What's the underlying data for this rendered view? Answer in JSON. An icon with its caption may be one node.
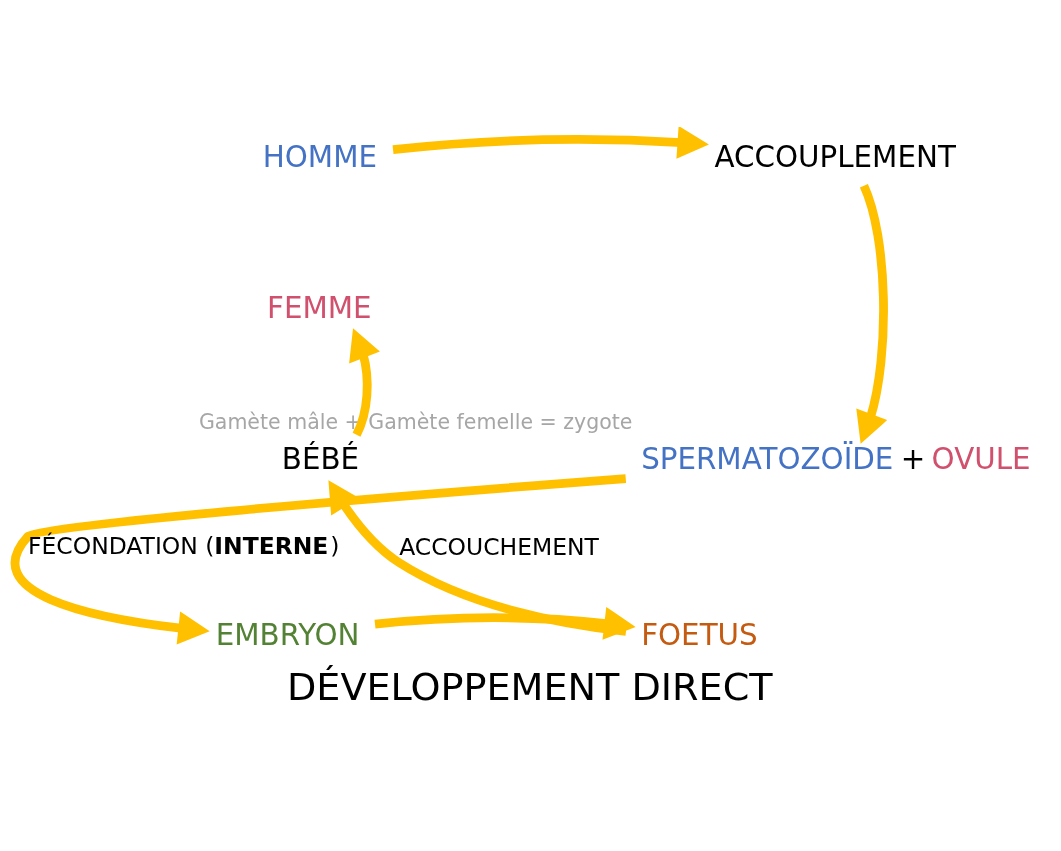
{
  "diagram": {
    "caption": "DÉVELOPPEMENT DIRECT",
    "nodes": [
      {
        "text": [
          "HOMME"
        ]
      },
      {
        "text": [
          "FEMME"
        ]
      },
      {
        "text": [
          "ACCOUPLEMENT"
        ]
      },
      {
        "text": [
          "SPERMATOZOÏDE",
          "+",
          "OVULE"
        ],
        "beside": [
          "Gamète mâle + Gamète femelle = zygote"
        ]
      },
      {
        "text": [
          "EMBRYON"
        ]
      },
      {
        "text": [
          "FOETUS"
        ]
      },
      {
        "text": [
          "BÉBÉ"
        ]
      }
    ],
    "edges": [
      {
        "from": 0,
        "to": 2,
        "arrow": "to"
      },
      {
        "from": 2,
        "to": 3,
        "arrow": "to"
      },
      {
        "from": 3,
        "to": 4,
        "arrow": "to",
        "label": "FÉCONDATION (**INTERNE**)"
      },
      {
        "from": 4,
        "to": 5,
        "arrow": "to"
      },
      {
        "from": 5,
        "to": 6,
        "arrow": "to",
        "label": "ACCOUCHEMENT"
      },
      {
        "from": 6,
        "to": 1,
        "arrow": "to"
      }
    ]
  }
}
